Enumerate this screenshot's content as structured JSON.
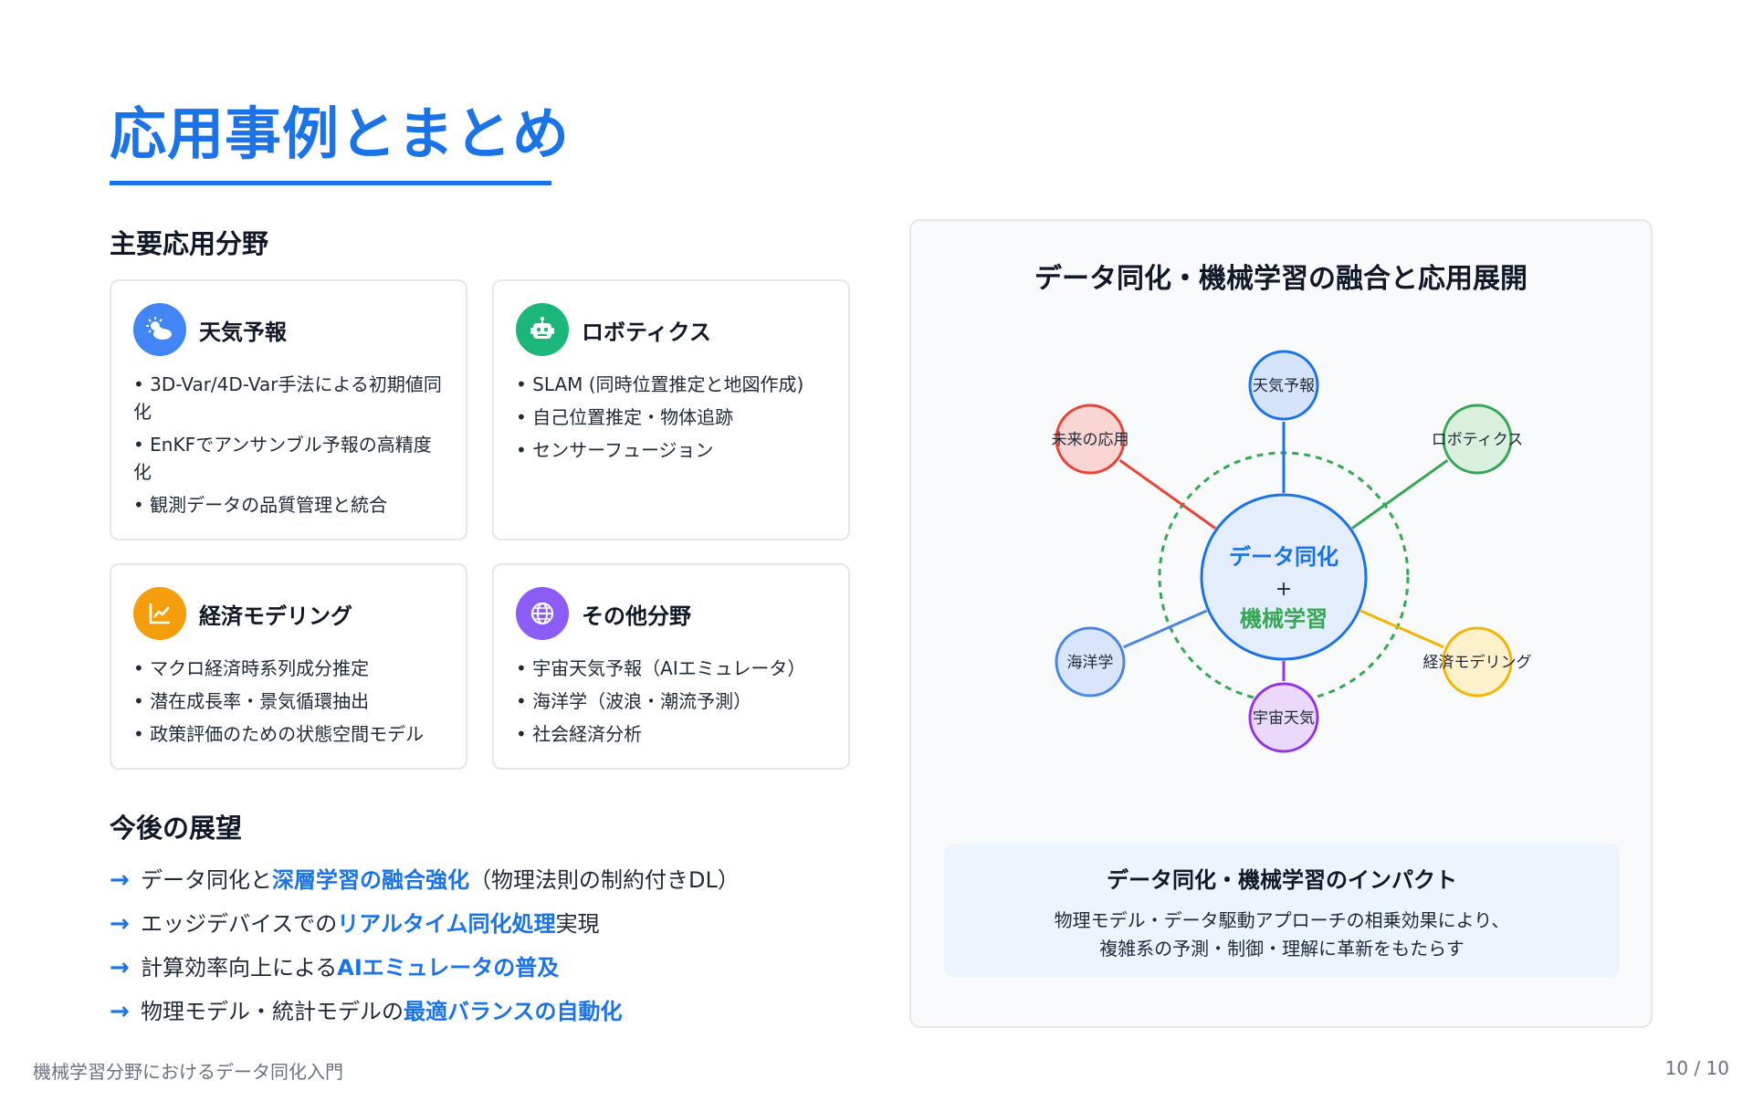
{
  "page": {
    "title": "応用事例とまとめ",
    "footer_left": "機械学習分野におけるデータ同化入門",
    "footer_right": "10 / 10"
  },
  "applications": {
    "heading": "主要応用分野",
    "cards": [
      {
        "icon": "weather-icon",
        "color": "#4285f4",
        "title": "天気予報",
        "items": [
          "3D-Var/4D-Var手法による初期値同化",
          "EnKFでアンサンブル予報の高精度化",
          "観測データの品質管理と統合"
        ]
      },
      {
        "icon": "robot-icon",
        "color": "#1bb67a",
        "title": "ロボティクス",
        "items": [
          "SLAM (同時位置推定と地図作成)",
          "自己位置推定・物体追跡",
          "センサーフュージョン"
        ]
      },
      {
        "icon": "chart-line-icon",
        "color": "#f59e0b",
        "title": "経済モデリング",
        "items": [
          "マクロ経済時系列成分推定",
          "潜在成長率・景気循環抽出",
          "政策評価のための状態空間モデル"
        ]
      },
      {
        "icon": "globe-icon",
        "color": "#8b5cf6",
        "title": "その他分野",
        "items": [
          "宇宙天気予報（AIエミュレータ）",
          "海洋学（波浪・潮流予測）",
          "社会経済分析"
        ]
      }
    ]
  },
  "outlook": {
    "heading": "今後の展望",
    "items": [
      {
        "pre": "データ同化と",
        "hl": "深層学習の融合強化",
        "post": "（物理法則の制約付きDL）"
      },
      {
        "pre": "エッジデバイスでの",
        "hl": "リアルタイム同化処理",
        "post": "実現"
      },
      {
        "pre": "計算効率向上による",
        "hl": "AIエミュレータの普及",
        "post": ""
      },
      {
        "pre": "物理モデル・統計モデルの",
        "hl": "最適バランスの自動化",
        "post": ""
      }
    ]
  },
  "diagram": {
    "title": "データ同化・機械学習の融合と応用展開",
    "center_line1": "データ同化",
    "center_plus": "+",
    "center_line2": "機械学習",
    "nodes": [
      {
        "label": "天気予報",
        "color": "#1a73e8",
        "fill": "#d6e4fb"
      },
      {
        "label": "ロボティクス",
        "color": "#34a853",
        "fill": "#d9f0de"
      },
      {
        "label": "経済モデリング",
        "color": "#f4b400",
        "fill": "#fdf1cc"
      },
      {
        "label": "宇宙天気",
        "color": "#9334e6",
        "fill": "#ead9fa"
      },
      {
        "label": "海洋学",
        "color": "#4a86e8",
        "fill": "#d9e5fa"
      },
      {
        "label": "未来の応用",
        "color": "#ea4335",
        "fill": "#f9d6d3"
      }
    ]
  },
  "impact": {
    "title": "データ同化・機械学習のインパクト",
    "line1": "物理モデル・データ駆動アプローチの相乗効果により、",
    "line2": "複雑系の予測・制御・理解に革新をもたらす"
  }
}
